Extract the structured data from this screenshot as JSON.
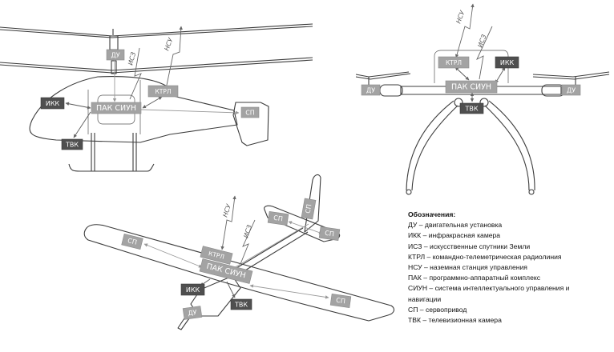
{
  "diagram": {
    "colors": {
      "light_box": "#a3a3a3",
      "dark_box": "#4f4f4f",
      "box_text": "#ffffff",
      "line": "#3c3c3c"
    },
    "helicopter": {
      "boxes": {
        "du": "ДУ",
        "pak": "ПАК СИУН",
        "ktrl": "КТРЛ",
        "ikk": "ИКК",
        "tvk": "ТВК",
        "sp": "СП"
      },
      "links": {
        "nsu": "НСУ",
        "isz": "ИСЗ"
      }
    },
    "quadcopter": {
      "boxes": {
        "ktrl": "КТРЛ",
        "ikk": "ИКК",
        "pak": "ПАК СИУН",
        "tvk": "ТВК",
        "du_left": "ДУ",
        "du_right": "ДУ"
      },
      "links": {
        "nsu": "НСУ",
        "isz": "ИСЗ"
      }
    },
    "airplane": {
      "boxes": {
        "sp_wing_left": "СП",
        "sp_tail_left": "СП",
        "sp_fin": "СП",
        "sp_tail_right": "СП",
        "ktrl": "КТРЛ",
        "pak": "ПАК СИУН",
        "ikk": "ИКК",
        "tvk": "ТВК",
        "du": "ДУ",
        "sp_wing_right": "СП"
      },
      "links": {
        "nsu": "НСУ",
        "isz": "ИСЗ"
      }
    }
  },
  "legend": {
    "title": "Обозначения:",
    "items": [
      "ДУ – двигательная установка",
      "ИКК – инфракрасная камера",
      "ИСЗ – искусственные спутники Земли",
      "КТРЛ – командно-телеметрическая радиолиния",
      "НСУ – наземная станция управления",
      "ПАК – программно-аппаратный комплекс",
      "СИУН – система интеллектуального управления и навигации",
      "СП – сервопривод",
      "ТВК – телевизионная камера"
    ]
  }
}
